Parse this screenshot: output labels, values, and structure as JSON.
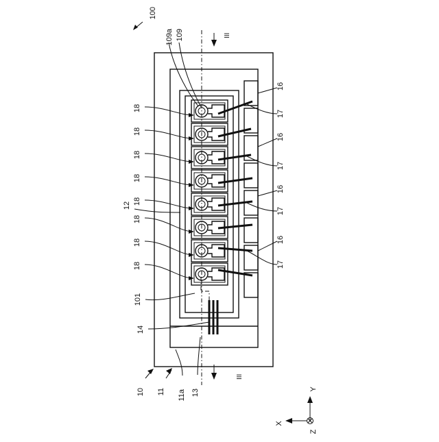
{
  "labels": {
    "ref_100": "100",
    "ref_109a": "109a",
    "ref_109": "109",
    "ref_16": "16",
    "ref_17": "17",
    "ref_18": "18",
    "ref_12": "12",
    "ref_101": "101",
    "ref_14": "14",
    "ref_10": "10",
    "ref_11": "11",
    "ref_11a": "11a",
    "ref_13": "13",
    "section_mark": "III"
  },
  "axes": {
    "y": "Y",
    "x": "X",
    "z": "Z"
  }
}
